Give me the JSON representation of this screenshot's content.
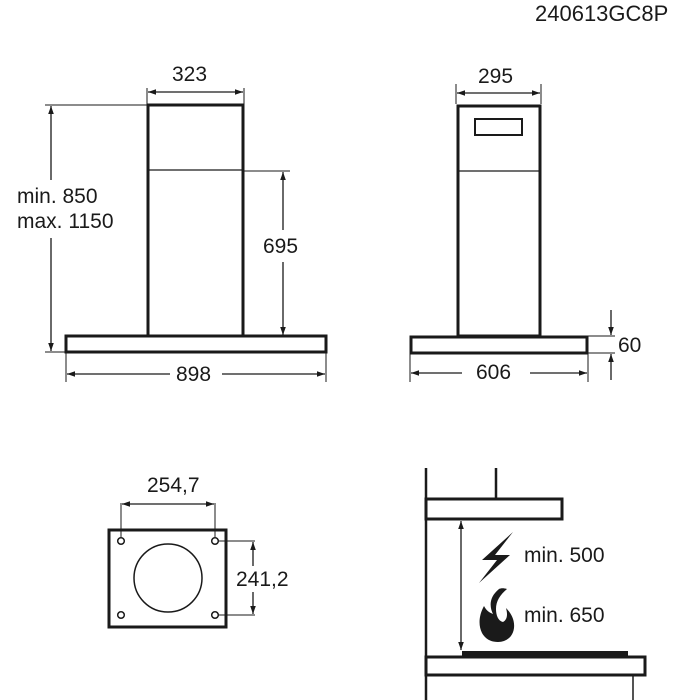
{
  "model_code": "240613GC8P",
  "front_view": {
    "chimney_width": "323",
    "height_min": "min. 850",
    "height_max": "max. 1150",
    "lower_chimney_height": "695",
    "canopy_width": "898"
  },
  "side_view": {
    "chimney_depth": "295",
    "canopy_height": "60",
    "canopy_depth": "606"
  },
  "mounting_plate": {
    "hole_spacing_horizontal": "254,7",
    "hole_spacing_vertical": "241,2"
  },
  "clearance": {
    "electric_hob_min": "min. 500",
    "gas_hob_min": "min. 650",
    "icons": [
      "lightning-icon",
      "flame-icon"
    ]
  },
  "colors": {
    "line": "#1a1a1a",
    "background": "#ffffff"
  }
}
